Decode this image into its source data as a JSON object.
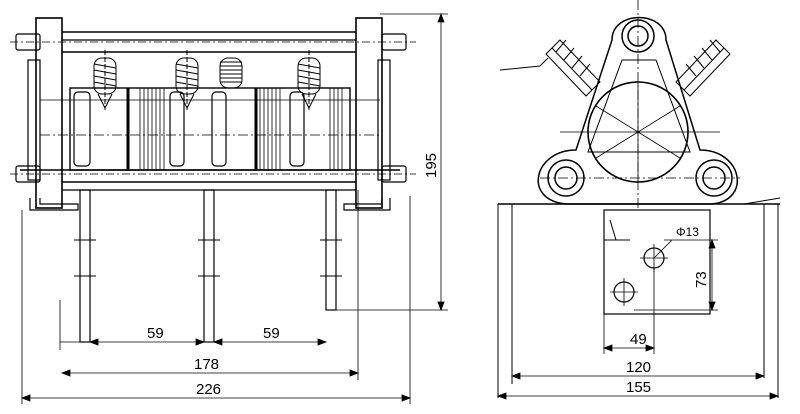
{
  "front_view": {
    "dim_59_left": "59",
    "dim_59_right": "59",
    "dim_178": "178",
    "dim_226": "226",
    "dim_195": "195"
  },
  "side_view": {
    "dim_phi13": "Φ13",
    "dim_73": "73",
    "dim_49": "49",
    "dim_120": "120",
    "dim_155": "155"
  },
  "colors": {
    "line": "#000000",
    "background": "#ffffff"
  }
}
